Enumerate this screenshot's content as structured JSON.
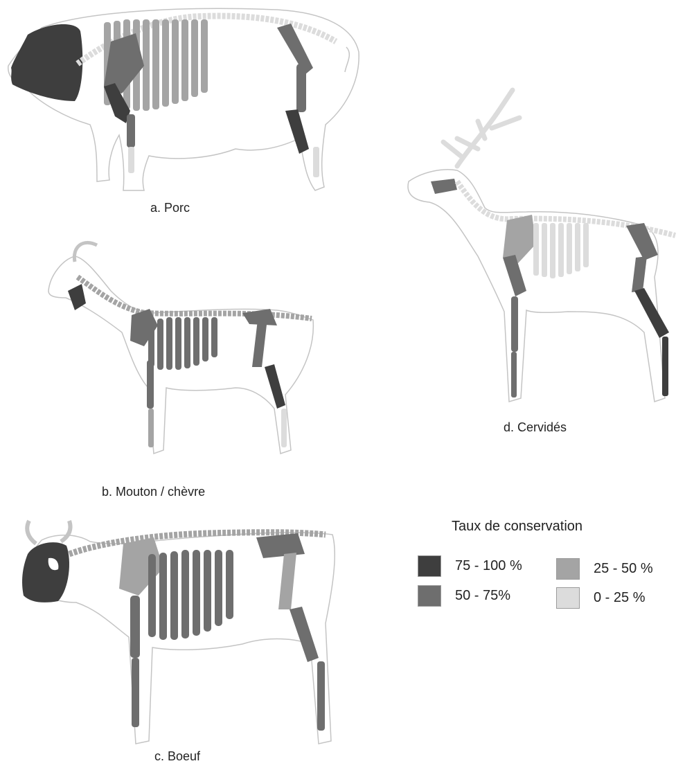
{
  "panels": [
    {
      "id": "a",
      "caption": "a. Porc"
    },
    {
      "id": "b",
      "caption": "b. Mouton / chèvre"
    },
    {
      "id": "c",
      "caption": "c. Boeuf"
    },
    {
      "id": "d",
      "caption": "d. Cervidés"
    }
  ],
  "legend": {
    "title": "Taux de conservation",
    "items": [
      {
        "label": "75 - 100 %",
        "color": "#3e3e3e"
      },
      {
        "label": "50 - 75%",
        "color": "#6e6e6e"
      },
      {
        "label": "25 - 50 %",
        "color": "#a4a4a4"
      },
      {
        "label": "0 - 25 %",
        "color": "#dcdcdc"
      }
    ]
  },
  "colors": {
    "outline": "#c4c4c4",
    "bone_light": "#dcdcdc",
    "bone_mid_light": "#a4a4a4",
    "bone_mid": "#6e6e6e",
    "bone_dark": "#3e3e3e"
  }
}
